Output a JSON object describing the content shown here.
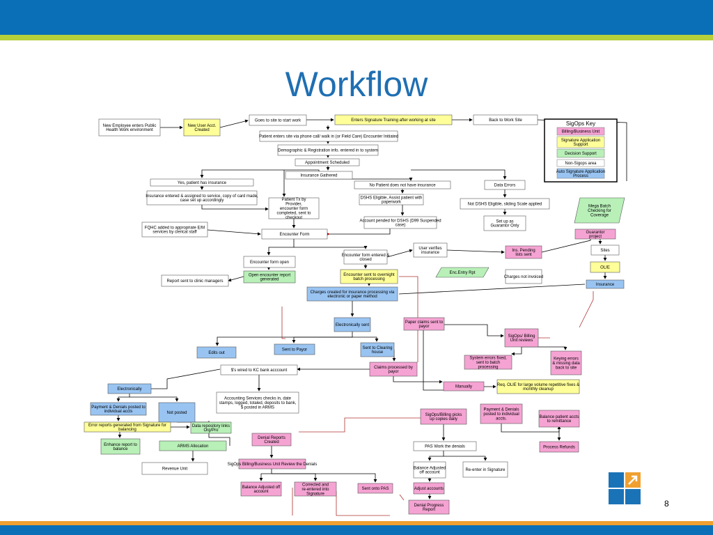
{
  "title": "Workflow",
  "page_number": "8",
  "key": {
    "title": "SigOps Key",
    "items": [
      {
        "label": "Billing/Business Unit",
        "color": "#f5a3d3"
      },
      {
        "label": "Signature Application Support",
        "color": "#ffff99"
      },
      {
        "label": "Decision Support",
        "color": "#b8f0b8"
      },
      {
        "label": "Non-Sigops area",
        "color": "#ffffff"
      },
      {
        "label": "Auto Signature Application Process",
        "color": "#99c4f2"
      }
    ]
  },
  "nodes": [
    {
      "id": "new-employee",
      "text": "New Employee enters Public Health Work environment",
      "color": "#ffffff"
    },
    {
      "id": "new-user-acct",
      "text": "New User Acct. Created",
      "color": "#ffff99"
    },
    {
      "id": "goes-to-site",
      "text": "Goes to site to start work",
      "color": "#ffffff"
    },
    {
      "id": "enters-sig-training",
      "text": "Enters Signature Training after working at site",
      "color": "#ffff99"
    },
    {
      "id": "back-to-work",
      "text": "Back to Work Site",
      "color": "#ffffff"
    },
    {
      "id": "patient-enters",
      "text": "Patient enters site via phone call/ walk in (or Field Care) Encounter Initiated",
      "color": "#ffffff"
    },
    {
      "id": "demographic",
      "text": "Demographic & Registration  info. entered in to system",
      "color": "#ffffff"
    },
    {
      "id": "appointment",
      "text": "Appointment Scheduled",
      "color": "#ffffff"
    },
    {
      "id": "insurance-gathered",
      "text": "Insurance Gathered",
      "color": "#ffffff"
    },
    {
      "id": "yes-insurance",
      "text": "Yes, patient has insurance",
      "color": "#ffffff"
    },
    {
      "id": "no-insurance",
      "text": "No Patient does not have insurance",
      "color": "#ffffff"
    },
    {
      "id": "data-errors",
      "text": "Data Errors",
      "color": "#ffffff"
    },
    {
      "id": "insurance-entered",
      "text": "Insurance entered & assigned to service, copy of card made, case set up accordingly",
      "color": "#ffffff"
    },
    {
      "id": "patient-tx",
      "text": "Patient Tx by Provider, encounter form completed, sent to checkout",
      "color": "#ffffff"
    },
    {
      "id": "dshs-eligible",
      "text": "DSHS Eligible, Assist patient with paperwork",
      "color": "#ffffff"
    },
    {
      "id": "not-dshs",
      "text": "Not DSHS Eligible, sliding Scale applied",
      "color": "#ffffff"
    },
    {
      "id": "mega-batch",
      "text": "Mega Batch Checking for Coverage",
      "color": "#b8f0b8"
    },
    {
      "id": "account-pended",
      "text": "Account pended for DSHS (D99 Suspended case)",
      "color": "#ffffff"
    },
    {
      "id": "set-up-guarantor",
      "text": "Set up as Guarantor Only",
      "color": "#ffffff"
    },
    {
      "id": "guarantor-project",
      "text": "Guarantor project",
      "color": "#f5a3d3"
    },
    {
      "id": "fqhc",
      "text": "FQHC added to appropriate E/M services by clerical staff",
      "color": "#ffffff"
    },
    {
      "id": "encounter-form",
      "text": "Encounter Form",
      "color": "#ffffff"
    },
    {
      "id": "sites",
      "text": "Sites",
      "color": "#ffffff"
    },
    {
      "id": "user-verifies",
      "text": "User verifies insurance",
      "color": "#ffffff"
    },
    {
      "id": "ins-pending",
      "text": "Ins. Pending lists sent",
      "color": "#f5a3d3"
    },
    {
      "id": "olie",
      "text": "OLIE",
      "color": "#ffff99"
    },
    {
      "id": "encounter-form-open",
      "text": "Encounter form open",
      "color": "#ffffff"
    },
    {
      "id": "encounter-form-closed",
      "text": "Encounter form entered & closed",
      "color": "#ffffff"
    },
    {
      "id": "enc-entry-rpt",
      "text": "Enc.Entry Rpt",
      "color": "#b8f0b8"
    },
    {
      "id": "charges-not-invoiced",
      "text": "Charges not invoiced",
      "color": "#ffffff"
    },
    {
      "id": "insurance",
      "text": "Insurance",
      "color": "#99c4f2"
    },
    {
      "id": "report-clinic",
      "text": "Report sent to clinic managers",
      "color": "#ffffff"
    },
    {
      "id": "open-encounter-report",
      "text": "Open encounter report generated",
      "color": "#b8f0b8"
    },
    {
      "id": "encounter-sent-overnight",
      "text": "Encounter sent to overnight batch processing",
      "color": "#ffff99"
    },
    {
      "id": "charges-created",
      "text": "Charges created for insurance processing via electronic or paper method",
      "color": "#99c4f2"
    },
    {
      "id": "electronically-sent",
      "text": "Electronically sent",
      "color": "#99c4f2"
    },
    {
      "id": "paper-claims",
      "text": "Paper claims sent to payor",
      "color": "#f5a3d3"
    },
    {
      "id": "sigops-billing-reviews",
      "text": "SigOps/ Billing Unit reviews",
      "color": "#f5a3d3"
    },
    {
      "id": "edits-out",
      "text": "Edits out",
      "color": "#99c4f2"
    },
    {
      "id": "sent-to-payor",
      "text": "Sent to Payor",
      "color": "#99c4f2"
    },
    {
      "id": "sent-clearing",
      "text": "Sent to Clearing house",
      "color": "#99c4f2"
    },
    {
      "id": "system-errors",
      "text": "System errors fixed, sent to batch processing",
      "color": "#f5a3d3"
    },
    {
      "id": "keying-errors",
      "text": "Keying errors & missing data back to site",
      "color": "#f5a3d3"
    },
    {
      "id": "wired-kc",
      "text": "$'s wired to KC bank acccount",
      "color": "#ffffff"
    },
    {
      "id": "claims-processed",
      "text": "Claims processed by payor",
      "color": "#f5a3d3"
    },
    {
      "id": "electronically",
      "text": "Electronically",
      "color": "#99c4f2"
    },
    {
      "id": "manually",
      "text": "Manually",
      "color": "#f5a3d3"
    },
    {
      "id": "req-olie",
      "text": "Req. OLIE for large volume repetitive fixes & monthly cleanup",
      "color": "#ffff99"
    },
    {
      "id": "accounting-services",
      "text": "Accounting Services checks in, date stamps, logged, totaled, deposits to bank, $ posted in ARMS",
      "color": "#ffffff"
    },
    {
      "id": "payment-denials-left",
      "text": "Payment & Denials posted to individual accts",
      "color": "#99c4f2"
    },
    {
      "id": "not-posted",
      "text": "Not posted",
      "color": "#99c4f2"
    },
    {
      "id": "payment-denials-right",
      "text": "Payment & Denials posted to individual accts.",
      "color": "#f5a3d3"
    },
    {
      "id": "sigops-picks-up",
      "text": "SigOps/Billing picks up copies daily",
      "color": "#f5a3d3"
    },
    {
      "id": "balance-patient",
      "text": "Balance patient accts to remittance",
      "color": "#f5a3d3"
    },
    {
      "id": "error-reports",
      "text": "Error reports generated from Signature for balancing",
      "color": "#ffff99"
    },
    {
      "id": "data-repository",
      "text": "Data repository links Org/Pro",
      "color": "#b8f0b8"
    },
    {
      "id": "denial-reports",
      "text": "Denial Reports Created",
      "color": "#f5a3d3"
    },
    {
      "id": "enhance-report",
      "text": "Enhance report to balance",
      "color": "#b8f0b8"
    },
    {
      "id": "arms-allocation",
      "text": "ARMS Allocation",
      "color": "#b8f0b8"
    },
    {
      "id": "pas-work",
      "text": "PAS Work the denials",
      "color": "#ffffff"
    },
    {
      "id": "process-refunds",
      "text": "Process Refunds",
      "color": "#f5a3d3"
    },
    {
      "id": "revenue-unit",
      "text": "Revenue Unit",
      "color": "#ffffff"
    },
    {
      "id": "sigops-review-denials",
      "text": "SigOps Billing/Business Unit Review the Denials",
      "color": "#f5a3d3"
    },
    {
      "id": "balance-adjusted",
      "text": "Balance Adjusted off account",
      "color": "#ffffff"
    },
    {
      "id": "re-enter-signature",
      "text": "Re-enter in Signature",
      "color": "#ffffff"
    },
    {
      "id": "balance-adjusted-pink",
      "text": "Balance Adjusted off account",
      "color": "#f5a3d3"
    },
    {
      "id": "corrected-reentered",
      "text": "Corrected and re-entered into Signature",
      "color": "#f5a3d3"
    },
    {
      "id": "sent-pas",
      "text": "Sent onto PAS",
      "color": "#f5a3d3"
    },
    {
      "id": "adjust-accounts",
      "text": "Adjust accounts",
      "color": "#f5a3d3"
    },
    {
      "id": "denial-progress",
      "text": "Denial Progress Report",
      "color": "#f5a3d3"
    }
  ]
}
